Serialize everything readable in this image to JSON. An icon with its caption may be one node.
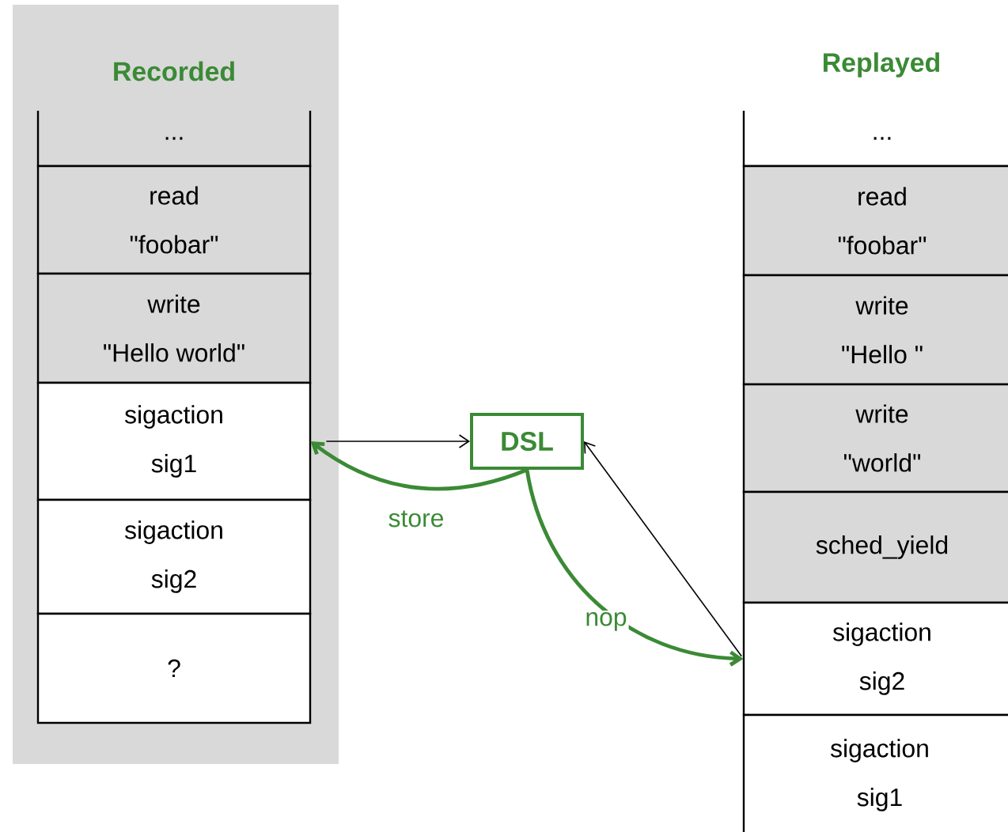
{
  "diagram": {
    "nodes": [
      {
        "text": [
          "Recorded"
        ]
      },
      {
        "text": [
          "..."
        ],
        "in": 0
      },
      {
        "text": [
          "read",
          "\"foobar\""
        ],
        "in": 0
      },
      {
        "text": [
          "write",
          "\"Hello world\""
        ],
        "in": 0
      },
      {
        "text": [
          "sigaction",
          "sig1"
        ],
        "in": 0
      },
      {
        "text": [
          "sigaction",
          "sig2"
        ],
        "in": 0
      },
      {
        "text": [
          "?"
        ],
        "in": 0
      },
      {
        "text": [
          "DSL"
        ]
      },
      {
        "text": [
          "..."
        ]
      },
      {
        "text": [
          "read",
          "\"foobar\""
        ]
      },
      {
        "text": [
          "write",
          "\"Hello \""
        ]
      },
      {
        "text": [
          "write",
          "\"world\""
        ]
      },
      {
        "text": [
          "sched_yield"
        ]
      },
      {
        "text": [
          "sigaction",
          "sig2"
        ]
      },
      {
        "text": [
          "sigaction",
          "sig1"
        ]
      }
    ],
    "edges": [
      {
        "from": 4,
        "to": 7,
        "arrow": "to"
      },
      {
        "from": 7,
        "to": 4,
        "arrow": "to",
        "label": "store",
        "style": "thick",
        "color": "#3b8a35"
      },
      {
        "from": 7,
        "to": 13,
        "arrow": "to",
        "label": "nop",
        "style": "thick",
        "color": "#3b8a35"
      },
      {
        "from": 13,
        "to": 7,
        "arrow": "to"
      }
    ],
    "labels": [
      "Replayed"
    ]
  }
}
